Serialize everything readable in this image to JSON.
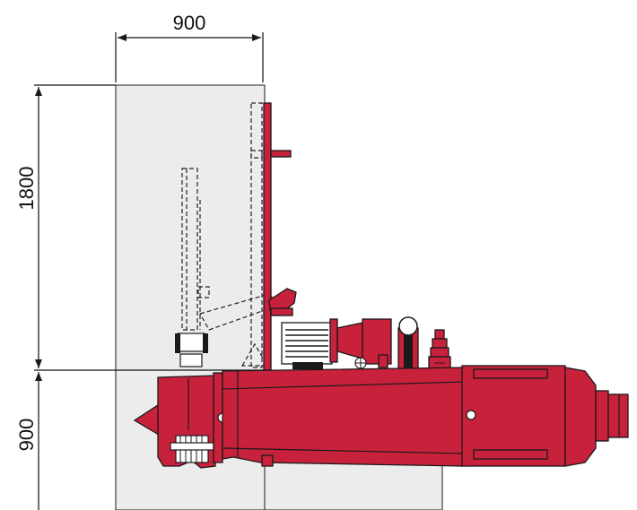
{
  "dimensions": {
    "top_width": "900",
    "upper_height": "1800",
    "lower_height": "900"
  },
  "colors": {
    "machine": "#c8213b",
    "zone": "#ececec",
    "outline": "#1a1a1a"
  }
}
